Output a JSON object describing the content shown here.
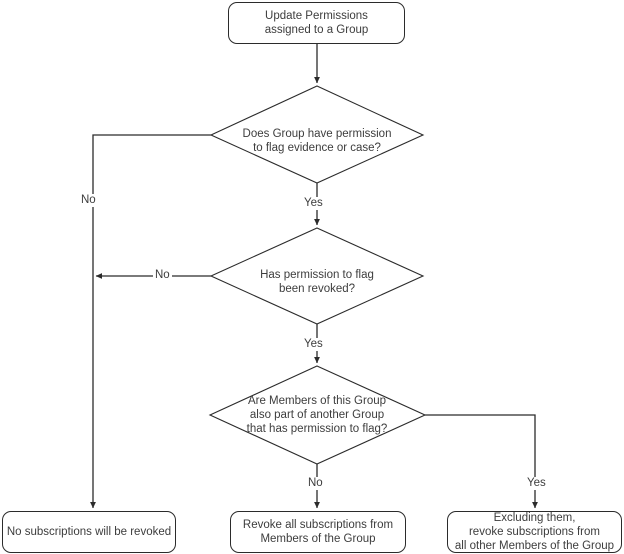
{
  "diagram": {
    "type": "flowchart",
    "title_node": {
      "label": "Update Permissions\nassigned to a Group",
      "shape": "rounded-rectangle"
    },
    "decisions": [
      {
        "id": "d1",
        "label": "Does Group have permission\nto flag evidence or case?",
        "shape": "diamond",
        "branches": [
          {
            "label": "No",
            "direction": "left"
          },
          {
            "label": "Yes",
            "direction": "down"
          }
        ]
      },
      {
        "id": "d2",
        "label": "Has permission to flag\nbeen revoked?",
        "shape": "diamond",
        "branches": [
          {
            "label": "No",
            "direction": "left"
          },
          {
            "label": "Yes",
            "direction": "down"
          }
        ]
      },
      {
        "id": "d3",
        "label": "Are Members of this Group\nalso part of another Group\nthat has permission to flag?",
        "shape": "diamond",
        "branches": [
          {
            "label": "No",
            "direction": "down"
          },
          {
            "label": "Yes",
            "direction": "right"
          }
        ]
      }
    ],
    "terminals": [
      {
        "id": "t1",
        "label": "No subscriptions will be revoked",
        "shape": "rounded-rectangle"
      },
      {
        "id": "t2",
        "label": "Revoke all subscriptions from\nMembers of the Group",
        "shape": "rounded-rectangle"
      },
      {
        "id": "t3",
        "label": "Excluding them,\nrevoke subscriptions from\nall other Members of the Group",
        "shape": "rounded-rectangle"
      }
    ],
    "edge_labels": {
      "d1_no": "No",
      "d1_yes": "Yes",
      "d2_no": "No",
      "d2_yes": "Yes",
      "d3_no": "No",
      "d3_yes": "Yes"
    },
    "colors": {
      "stroke": "#2b2b2b",
      "text": "#3d3d3d",
      "background": "#ffffff"
    }
  }
}
